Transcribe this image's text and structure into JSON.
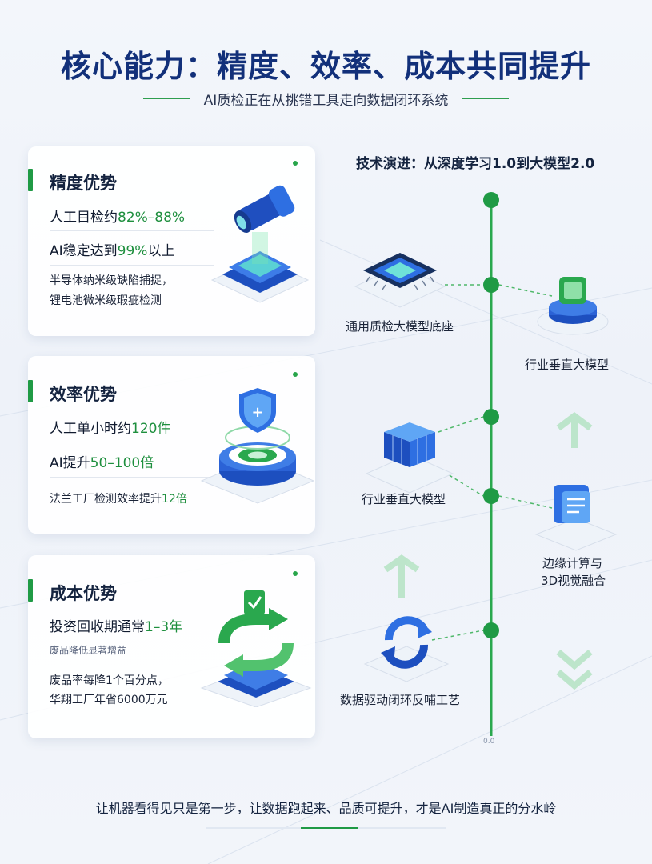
{
  "header": {
    "title": "核心能力：精度、效率、成本共同提升",
    "subtitle": "AI质检正在从挑错工具走向数据闭环系统"
  },
  "cards": {
    "precision": {
      "title": "精度优势",
      "line1_pre": "人工目检约",
      "line1_hl": "82%–88%",
      "line2_pre": "AI稳定达到",
      "line2_hl": "99%",
      "line2_post": "以上",
      "note1": "半导体纳米级缺陷捕捉，",
      "note2": "锂电池微米级瑕疵检测"
    },
    "efficiency": {
      "title": "效率优势",
      "line1_pre": "人工单小时约",
      "line1_hl": "120件",
      "line2_pre": "AI提升",
      "line2_hl": "50–100倍",
      "note_pre": "法兰工厂检测效率提升",
      "note_hl": "12倍"
    },
    "cost": {
      "title": "成本优势",
      "line1_pre": "投资回收期通常",
      "line1_hl": "1–3年",
      "garbled": "废品降低显著增益",
      "note1_pre": "废品率每降",
      "note1_hl": "1个百分点",
      "note1_post": "，",
      "note2_pre": "华翔工厂年省",
      "note2_hl": "6000万元"
    }
  },
  "evolution": {
    "heading": "技术演进：从深度学习1.0到大模型2.0",
    "nodes": [
      {
        "label": "通用质检大模型底座"
      },
      {
        "label": "行业垂直大模型"
      },
      {
        "label": "行业垂直大模型"
      },
      {
        "label": "边缘计算与"
      },
      {
        "label": "3D视觉融合"
      },
      {
        "label": "数据驱动闭环反哺工艺"
      }
    ],
    "end_mark": "0.0"
  },
  "footer": {
    "text": "让机器看得见只是第一步，让数据跑起来、品质可提升，才是AI制造真正的分水岭"
  },
  "colors": {
    "title_blue": "#12307a",
    "accent_green": "#1f9a45",
    "highlight_green": "#1e8f3e",
    "chip_blue": "#1f5fd1"
  }
}
